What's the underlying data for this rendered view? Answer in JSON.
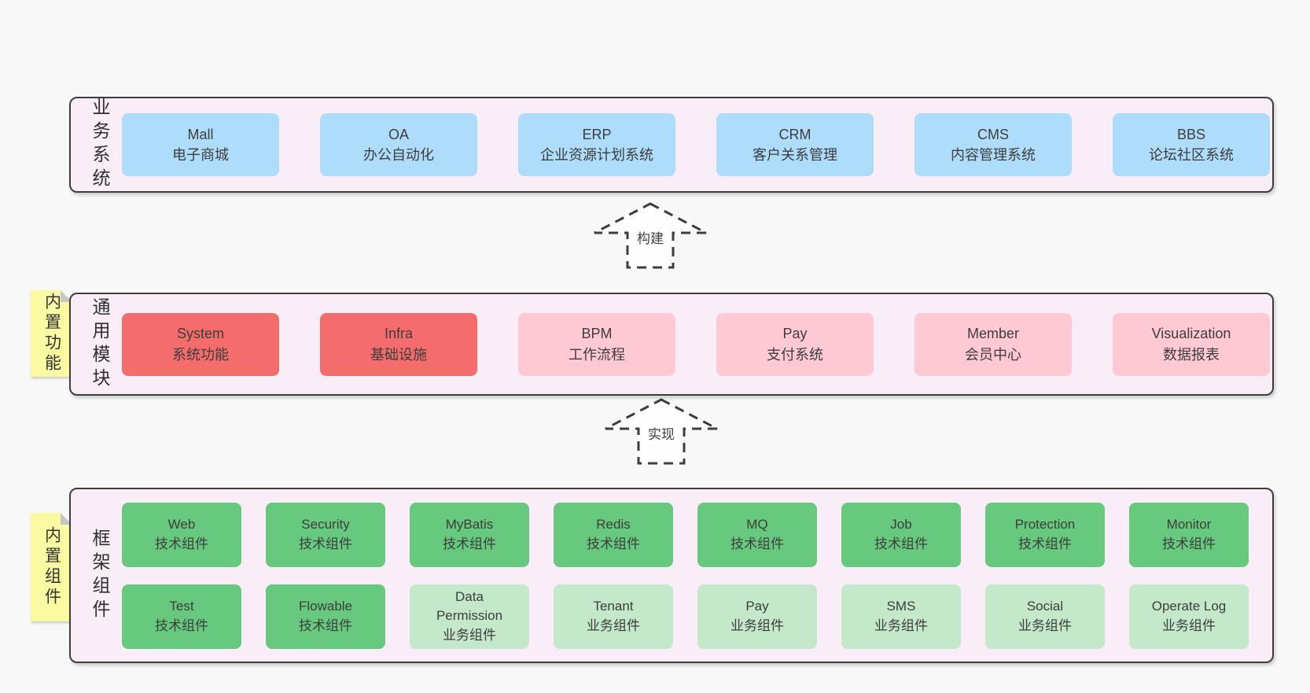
{
  "colors": {
    "page_bg": "#f8f8f8",
    "panel_bg": "#f9edf7",
    "panel_border": "#3d3d3d",
    "blue_box": "#aeddfb",
    "red_box": "#f56c6c",
    "pink_box": "#ffc9d3",
    "green_box": "#67c97e",
    "light_green_box": "#c3e8ca",
    "sticky_yellow": "#fafaa2"
  },
  "business": {
    "label": "业务系统",
    "boxes": [
      {
        "title": "Mall",
        "subtitle": "电子商城"
      },
      {
        "title": "OA",
        "subtitle": "办公自动化"
      },
      {
        "title": "ERP",
        "subtitle": "企业资源计划系统"
      },
      {
        "title": "CRM",
        "subtitle": "客户关系管理"
      },
      {
        "title": "CMS",
        "subtitle": "内容管理系统"
      },
      {
        "title": "BBS",
        "subtitle": "论坛社区系统"
      }
    ]
  },
  "build_arrow": {
    "label": "构建"
  },
  "modules": {
    "label": "通用模块",
    "sticky": "内置功能",
    "boxes": [
      {
        "title": "System",
        "subtitle": "系统功能"
      },
      {
        "title": "Infra",
        "subtitle": "基础设施"
      },
      {
        "title": "BPM",
        "subtitle": "工作流程"
      },
      {
        "title": "Pay",
        "subtitle": "支付系统"
      },
      {
        "title": "Member",
        "subtitle": "会员中心"
      },
      {
        "title": "Visualization",
        "subtitle": "数据报表"
      }
    ]
  },
  "implement_arrow": {
    "label": "实现"
  },
  "components": {
    "label": "框架组件",
    "sticky": "内置组件",
    "row1": [
      {
        "title": "Web",
        "subtitle": "技术组件"
      },
      {
        "title": "Security",
        "subtitle": "技术组件"
      },
      {
        "title": "MyBatis",
        "subtitle": "技术组件"
      },
      {
        "title": "Redis",
        "subtitle": "技术组件"
      },
      {
        "title": "MQ",
        "subtitle": "技术组件"
      },
      {
        "title": "Job",
        "subtitle": "技术组件"
      },
      {
        "title": "Protection",
        "subtitle": "技术组件"
      },
      {
        "title": "Monitor",
        "subtitle": "技术组件"
      }
    ],
    "row2": [
      {
        "title": "Test",
        "subtitle": "技术组件"
      },
      {
        "title": "Flowable",
        "subtitle": "技术组件"
      },
      {
        "title": "Data Permission",
        "subtitle": "业务组件"
      },
      {
        "title": "Tenant",
        "subtitle": "业务组件"
      },
      {
        "title": "Pay",
        "subtitle": "业务组件"
      },
      {
        "title": "SMS",
        "subtitle": "业务组件"
      },
      {
        "title": "Social",
        "subtitle": "业务组件"
      },
      {
        "title": "Operate Log",
        "subtitle": "业务组件"
      }
    ]
  }
}
